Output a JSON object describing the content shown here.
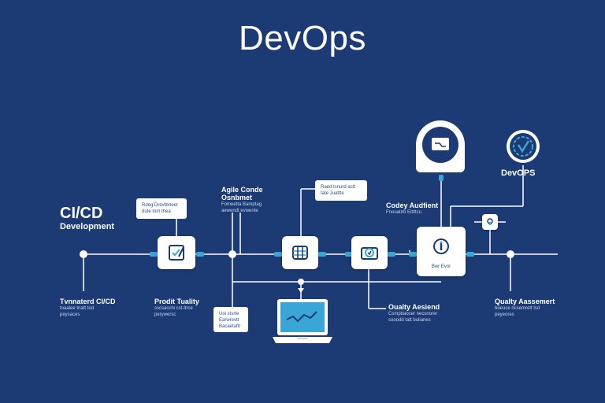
{
  "title": "DevOps",
  "left_section": {
    "heading": "CI/CD",
    "subheading": "Development"
  },
  "top_right_badge": {
    "label": "DevOPS"
  },
  "notes": {
    "note1": [
      "Rdeg Drevtbrteet",
      "dute tom thea"
    ],
    "note2": [
      "Raed tsnurd astt",
      "tate Juattte"
    ],
    "note3": [
      "Ust stsrte",
      "Earwrevtt",
      "Bacaetaftr"
    ]
  },
  "labels": {
    "agile": {
      "title": [
        "Agile Conde",
        "Osnbmet"
      ],
      "lines": [
        "Fomeetta Bamptag",
        "aewendt evwente"
      ]
    },
    "quality_top": {
      "title": "Codey Audfient",
      "lines": [
        "Fnouatirb Eittltcu"
      ]
    },
    "node5_caption": "Bwr Evnr",
    "tested": {
      "title": "Tvnnaterd CI/CD",
      "lines": [
        "toaalee tnatt tod",
        "peysaces"
      ]
    },
    "product": {
      "title": "Prodit Tuality",
      "lines": [
        "sscsacchi cst-ltrce",
        "perywersc"
      ]
    },
    "quality_mid": {
      "title": "Oualty Aesiend",
      "lines": [
        "Csmpbaocer necsnorer",
        "sooodd tatt bulianes"
      ]
    },
    "quality_right": {
      "title": "Qualty Aassemert",
      "lines": [
        "bueuce ncsemrett lsd",
        "peyeores"
      ]
    }
  },
  "icons": [
    "checkbox-pencil-icon",
    "database-grid-icon",
    "circle-check-icon",
    "info-pin-icon",
    "monitor-chart-icon",
    "gear-check-icon",
    "lock-icon",
    "laptop-chart-icon"
  ],
  "colors": {
    "background": "#1c3a73",
    "line": "#ffffff",
    "accent": "#3aa6d6",
    "card": "#ffffff"
  }
}
